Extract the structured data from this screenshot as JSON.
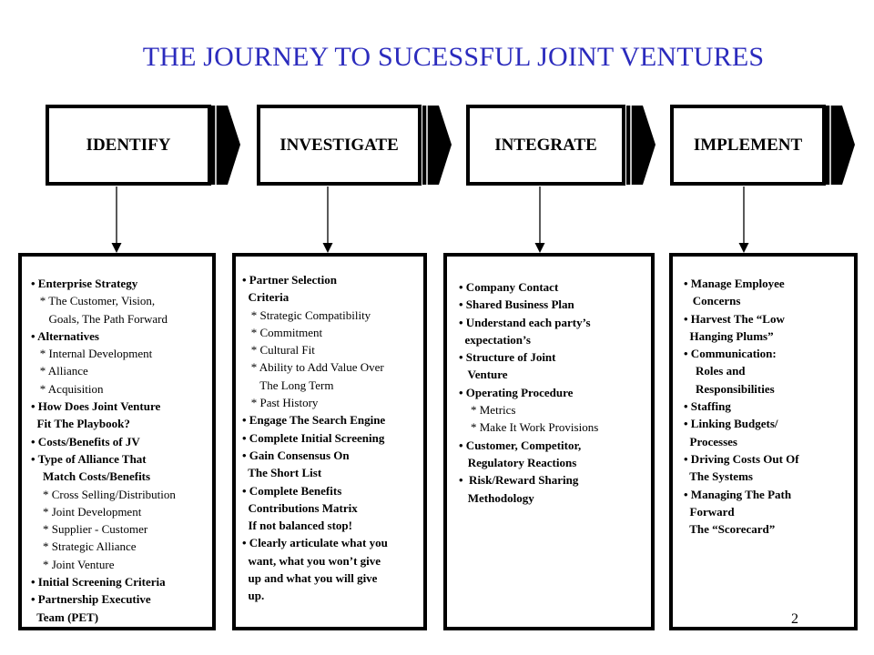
{
  "title": "THE JOURNEY TO SUCESSFUL JOINT VENTURES",
  "page_number": "2",
  "title_color": "#2b2bbd",
  "stages": [
    {
      "label": "IDENTIFY",
      "lines": [
        {
          "text": "• Enterprise Strategy",
          "bold": true
        },
        {
          "text": "   * The Customer, Vision,",
          "bold": false
        },
        {
          "text": "      Goals, The Path Forward",
          "bold": false
        },
        {
          "text": "• Alternatives",
          "bold": true
        },
        {
          "text": "   * Internal Development",
          "bold": false
        },
        {
          "text": "   * Alliance",
          "bold": false
        },
        {
          "text": "   * Acquisition",
          "bold": false
        },
        {
          "text": "• How Does Joint Venture",
          "bold": true
        },
        {
          "text": "  Fit The Playbook?",
          "bold": true
        },
        {
          "text": "• Costs/Benefits of JV",
          "bold": true
        },
        {
          "text": "• Type of Alliance That",
          "bold": true
        },
        {
          "text": "    Match Costs/Benefits",
          "bold": true
        },
        {
          "text": "    * Cross Selling/Distribution",
          "bold": false
        },
        {
          "text": "    * Joint Development",
          "bold": false
        },
        {
          "text": "    * Supplier - Customer",
          "bold": false
        },
        {
          "text": "    * Strategic Alliance",
          "bold": false
        },
        {
          "text": "    * Joint Venture",
          "bold": false
        },
        {
          "text": "• Initial Screening Criteria",
          "bold": true
        },
        {
          "text": "• Partnership Executive",
          "bold": true
        },
        {
          "text": "  Team (PET)",
          "bold": true
        }
      ]
    },
    {
      "label": "INVESTIGATE",
      "lines": [
        {
          "text": "• Partner Selection",
          "bold": true
        },
        {
          "text": "  Criteria",
          "bold": true
        },
        {
          "text": "   * Strategic Compatibility",
          "bold": false
        },
        {
          "text": "   * Commitment",
          "bold": false
        },
        {
          "text": "   * Cultural Fit",
          "bold": false
        },
        {
          "text": "   * Ability to Add Value Over",
          "bold": false
        },
        {
          "text": "      The Long Term",
          "bold": false
        },
        {
          "text": "   * Past History",
          "bold": false
        },
        {
          "text": "• Engage The Search Engine",
          "bold": true
        },
        {
          "text": "• Complete Initial Screening",
          "bold": true
        },
        {
          "text": "• Gain Consensus On",
          "bold": true
        },
        {
          "text": "  The Short List",
          "bold": true
        },
        {
          "text": "• Complete Benefits",
          "bold": true
        },
        {
          "text": "  Contributions Matrix",
          "bold": true
        },
        {
          "text": "  If not balanced stop!",
          "bold": true
        },
        {
          "text": "• Clearly articulate what you",
          "bold": true
        },
        {
          "text": "  want, what you won’t give",
          "bold": true
        },
        {
          "text": "  up and what you will give",
          "bold": true
        },
        {
          "text": "  up.",
          "bold": true
        }
      ]
    },
    {
      "label": "INTEGRATE",
      "lines": [
        {
          "text": "• Company Contact",
          "bold": true
        },
        {
          "text": "• Shared Business Plan",
          "bold": true
        },
        {
          "text": "• Understand each party’s",
          "bold": true
        },
        {
          "text": "  expectation’s",
          "bold": true
        },
        {
          "text": "• Structure of Joint",
          "bold": true
        },
        {
          "text": "   Venture",
          "bold": true
        },
        {
          "text": "• Operating Procedure",
          "bold": true
        },
        {
          "text": "    * Metrics",
          "bold": false
        },
        {
          "text": "    * Make It Work Provisions",
          "bold": false
        },
        {
          "text": "• Customer, Competitor,",
          "bold": true
        },
        {
          "text": "   Regulatory Reactions",
          "bold": true
        },
        {
          "text": "•  Risk/Reward Sharing",
          "bold": true
        },
        {
          "text": "   Methodology",
          "bold": true
        }
      ]
    },
    {
      "label": "IMPLEMENT",
      "lines": [
        {
          "text": "• Manage Employee",
          "bold": true
        },
        {
          "text": "   Concerns",
          "bold": true
        },
        {
          "text": "• Harvest The “Low",
          "bold": true
        },
        {
          "text": "  Hanging Plums”",
          "bold": true
        },
        {
          "text": "• Communication:",
          "bold": true
        },
        {
          "text": "    Roles and",
          "bold": true
        },
        {
          "text": "    Responsibilities",
          "bold": true
        },
        {
          "text": "• Staffing",
          "bold": true
        },
        {
          "text": "• Linking Budgets/",
          "bold": true
        },
        {
          "text": "  Processes",
          "bold": true
        },
        {
          "text": "• Driving Costs Out Of",
          "bold": true
        },
        {
          "text": "  The Systems",
          "bold": true
        },
        {
          "text": "• Managing The Path",
          "bold": true
        },
        {
          "text": "  Forward",
          "bold": true
        },
        {
          "text": "  The “Scorecard”",
          "bold": true
        }
      ]
    }
  ]
}
